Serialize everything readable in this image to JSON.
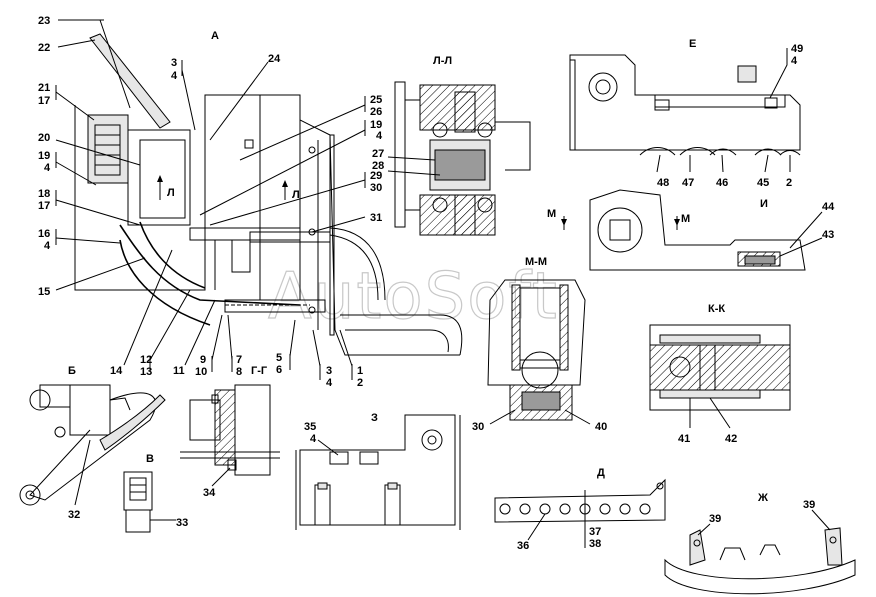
{
  "views": {
    "A": "А",
    "LL": "Л-Л",
    "E": "Е",
    "I": "И",
    "MM": "М-М",
    "KK": "К-К",
    "B": "Б",
    "V": "В",
    "GG": "Г-Г",
    "Z": "З",
    "D": "Д",
    "Zh": "Ж"
  },
  "section_marks": {
    "L_upper": "Л",
    "L_lower": "Л",
    "M_left": "М",
    "M_right": "М"
  },
  "callouts": [
    {
      "id": "c23",
      "text": "23"
    },
    {
      "id": "c22",
      "text": "22"
    },
    {
      "id": "c21",
      "text": "21"
    },
    {
      "id": "c17a",
      "text": "17"
    },
    {
      "id": "c20",
      "text": "20"
    },
    {
      "id": "c19a",
      "text": "19"
    },
    {
      "id": "c4a",
      "text": "4"
    },
    {
      "id": "c18",
      "text": "18"
    },
    {
      "id": "c17b",
      "text": "17"
    },
    {
      "id": "c16",
      "text": "16"
    },
    {
      "id": "c4b",
      "text": "4"
    },
    {
      "id": "c15",
      "text": "15"
    },
    {
      "id": "c3a",
      "text": "3"
    },
    {
      "id": "c4c",
      "text": "4"
    },
    {
      "id": "c24",
      "text": "24"
    },
    {
      "id": "c25",
      "text": "25"
    },
    {
      "id": "c26",
      "text": "26"
    },
    {
      "id": "c19b",
      "text": "19"
    },
    {
      "id": "c4d",
      "text": "4"
    },
    {
      "id": "c29",
      "text": "29"
    },
    {
      "id": "c30a",
      "text": "30"
    },
    {
      "id": "c31",
      "text": "31"
    },
    {
      "id": "c27",
      "text": "27"
    },
    {
      "id": "c28",
      "text": "28"
    },
    {
      "id": "c49",
      "text": "49"
    },
    {
      "id": "c4e",
      "text": "4"
    },
    {
      "id": "c48",
      "text": "48"
    },
    {
      "id": "c47",
      "text": "47"
    },
    {
      "id": "c46",
      "text": "46"
    },
    {
      "id": "c45",
      "text": "45"
    },
    {
      "id": "c2a",
      "text": "2"
    },
    {
      "id": "c44",
      "text": "44"
    },
    {
      "id": "c43",
      "text": "43"
    },
    {
      "id": "c14",
      "text": "14"
    },
    {
      "id": "c12",
      "text": "12"
    },
    {
      "id": "c13",
      "text": "13"
    },
    {
      "id": "c11",
      "text": "11"
    },
    {
      "id": "c9",
      "text": "9"
    },
    {
      "id": "c10",
      "text": "10"
    },
    {
      "id": "c7",
      "text": "7"
    },
    {
      "id": "c8",
      "text": "8"
    },
    {
      "id": "c5",
      "text": "5"
    },
    {
      "id": "c6",
      "text": "6"
    },
    {
      "id": "c3b",
      "text": "3"
    },
    {
      "id": "c4f",
      "text": "4"
    },
    {
      "id": "c1",
      "text": "1"
    },
    {
      "id": "c2b",
      "text": "2"
    },
    {
      "id": "c30b",
      "text": "30"
    },
    {
      "id": "c40",
      "text": "40"
    },
    {
      "id": "c41",
      "text": "41"
    },
    {
      "id": "c42",
      "text": "42"
    },
    {
      "id": "c32",
      "text": "32"
    },
    {
      "id": "c33",
      "text": "33"
    },
    {
      "id": "c34",
      "text": "34"
    },
    {
      "id": "c35",
      "text": "35"
    },
    {
      "id": "c4g",
      "text": "4"
    },
    {
      "id": "c36",
      "text": "36"
    },
    {
      "id": "c37",
      "text": "37"
    },
    {
      "id": "c38",
      "text": "38"
    },
    {
      "id": "c39a",
      "text": "39"
    },
    {
      "id": "c39b",
      "text": "39"
    }
  ],
  "watermark": "AutoSoft"
}
